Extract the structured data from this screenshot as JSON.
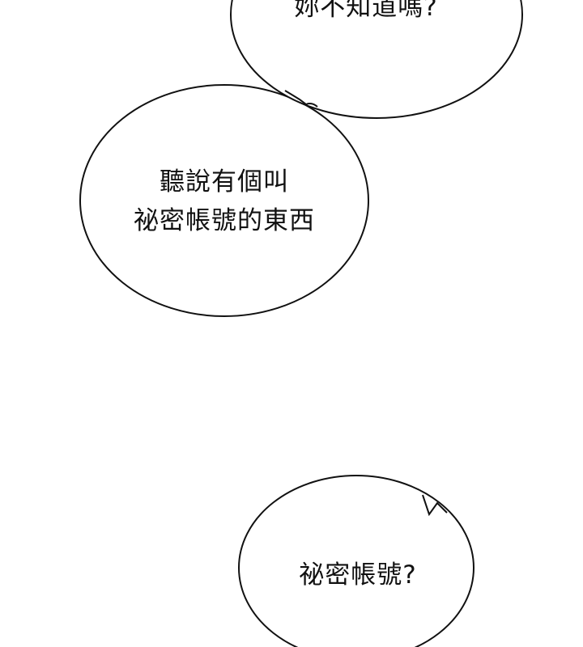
{
  "bubbles": [
    {
      "lines": [
        "妳不知道嗎?"
      ]
    },
    {
      "lines": [
        "聽說有個叫",
        "祕密帳號的東西"
      ]
    },
    {
      "lines": [
        "祕密帳號?"
      ]
    }
  ],
  "colors": {
    "background": "#ffffff",
    "outline": "#111111",
    "text": "#111111"
  }
}
